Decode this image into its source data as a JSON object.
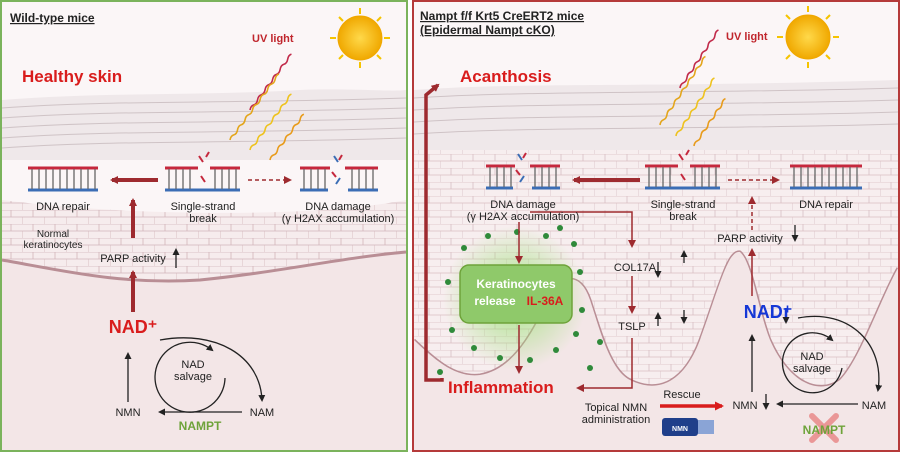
{
  "left": {
    "title": "Wild-type mice",
    "outcome": "Healthy skin",
    "uv": "UV light",
    "nodes": {
      "dna_repair": "DNA repair",
      "ss_break": [
        "Single-strand",
        "break"
      ],
      "dna_damage": [
        "DNA damage",
        "(γ H2AX accumulation)"
      ],
      "normal_kc": [
        "Normal",
        "keratinocytes"
      ],
      "parp": "PARP activity"
    },
    "nad": "NAD⁺",
    "salvage": [
      "NAD",
      "salvage"
    ],
    "nmn": "NMN",
    "nam": "NAM",
    "enzyme": "NAMPT"
  },
  "right": {
    "title": [
      "Nampt f/f Krt5 CreERT2 mice",
      "(Epidermal Nampt cKO)"
    ],
    "uv": "UV light",
    "acanthosis": "Acanthosis",
    "inflammation": "Inflammation",
    "nodes": {
      "dna_damage": [
        "DNA damage",
        "(γ H2AX accumulation)"
      ],
      "ss_break": [
        "Single-strand",
        "break"
      ],
      "dna_repair": "DNA repair",
      "parp": "PARP activity",
      "col17a": "COL17A",
      "tslp": "TSLP"
    },
    "keratinocytes": [
      "Keratinocytes",
      "release"
    ],
    "il36a": "IL-36A",
    "nad": "NAD⁺",
    "salvage": [
      "NAD",
      "salvage"
    ],
    "nmn": "NMN",
    "nam": "NAM",
    "enzyme": "NAMPT",
    "rescue": "Rescue",
    "topical": [
      "Topical NMN",
      "administration"
    ],
    "tube_label": "NMN"
  },
  "colors": {
    "left_border": "#7bb35c",
    "right_border": "#b53a3a",
    "arrow_red": "#9e2a2f",
    "bright_red": "#d91c1c",
    "nad_blue": "#1537d6",
    "nampt_green": "#6ea33a",
    "sun": "#f2b705",
    "dermis": "#f3e6e7",
    "keratinocyte": "#f8eef0",
    "cell_line": "#c9aab0",
    "dna_red": "#c5283d",
    "dna_blue": "#3b6db5",
    "box_green": "#8fc96a"
  }
}
